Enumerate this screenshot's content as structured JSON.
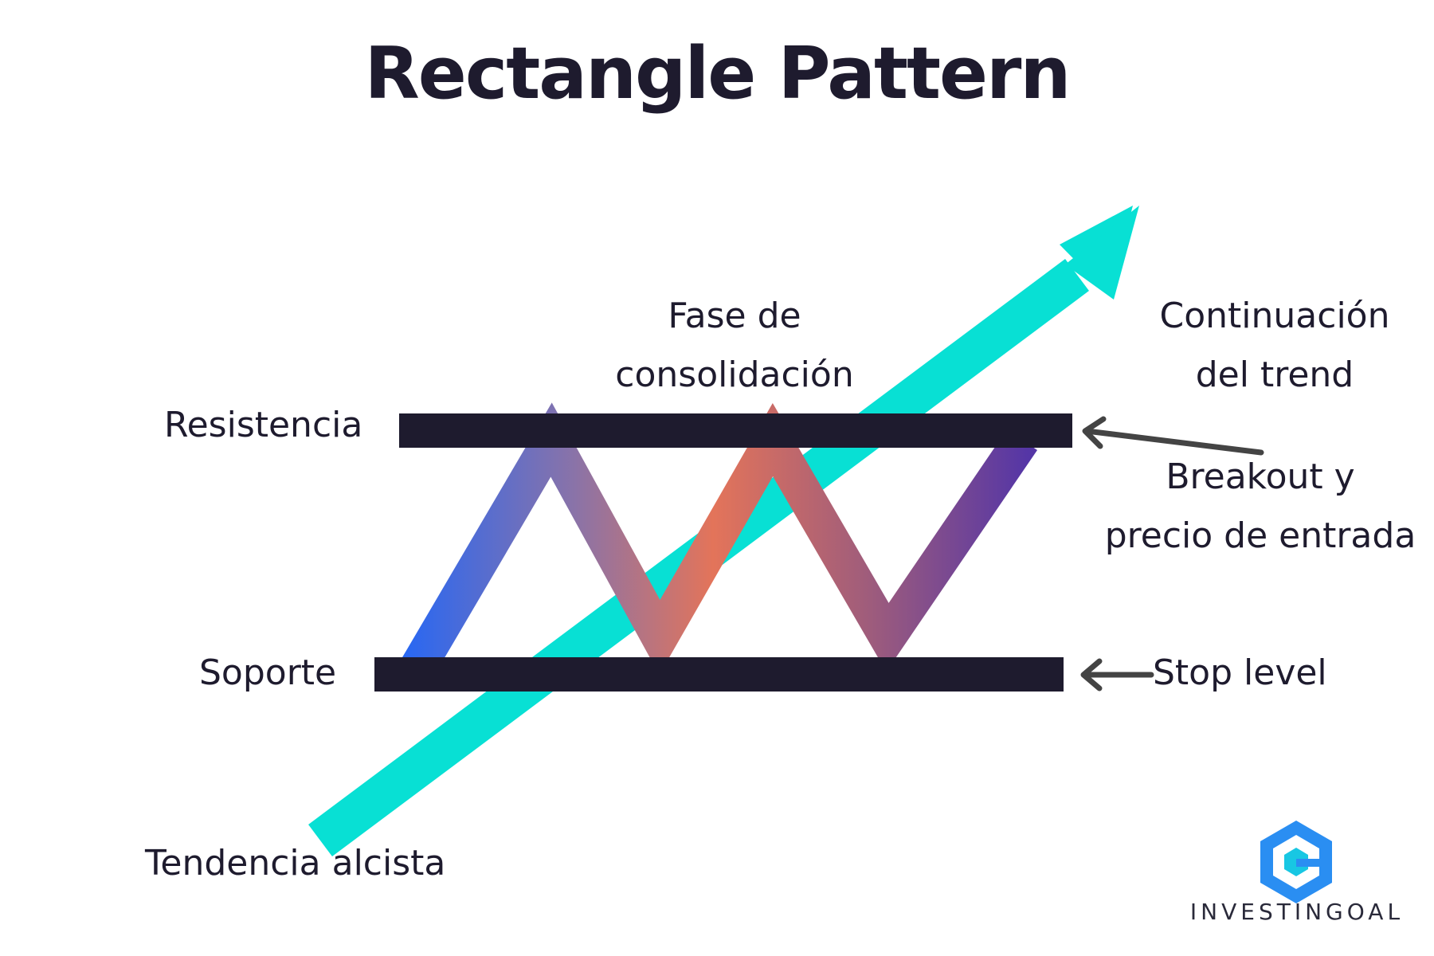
{
  "title": "Rectangle Pattern",
  "labels": {
    "consolidation": [
      "Fase de",
      "consolidación"
    ],
    "continuation": [
      "Continuación",
      "del trend"
    ],
    "resistance": "Resistencia",
    "support": "Soporte",
    "breakout": [
      "Breakout y",
      "precio de entrada"
    ],
    "stop": "Stop level",
    "uptrend": "Tendencia alcista"
  },
  "brand": {
    "name": "INVESTINGOAL",
    "icon": "hexagon-g-logo"
  },
  "colors": {
    "dark": "#1e1b2e",
    "trend_arrow": "#08e0d4",
    "gradient": [
      "#2567f5",
      "#8e72a6",
      "#e0735a",
      "#a25a7a",
      "#5a3aa0"
    ],
    "pointer_arrow": "#444444",
    "logo_blue": "#2a8ef2"
  }
}
